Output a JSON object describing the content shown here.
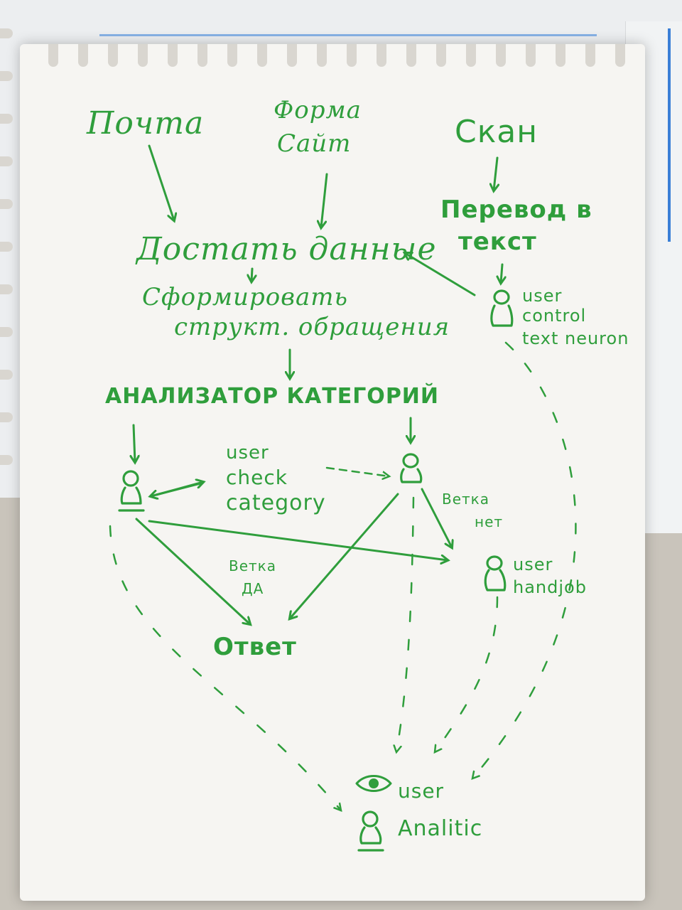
{
  "nodes": {
    "pochta": "Почта",
    "forma": "Форма",
    "sait": "Сайт",
    "skan": "Скан",
    "perevod_1": "Перевод в",
    "perevod_2": "текст",
    "dostat": "Достать данные",
    "sformirovat_1": "Сформировать",
    "sformirovat_2": "структ. обращения",
    "analizator": "АНАЛИЗАТОР КАТЕГОРИЙ",
    "otvet": "Ответ"
  },
  "labels": {
    "user_control_1": "user",
    "user_control_2": "control",
    "user_control_3": "text neuron",
    "user_check_1": "user",
    "user_check_2": "check",
    "user_check_3": "category",
    "vetka_net_1": "Ветка",
    "vetka_net_2": "нет",
    "vetka_da_1": "Ветка",
    "vetka_da_2": "ДА",
    "user_handjob_1": "user",
    "user_handjob_2": "handjob",
    "user_analitic_1": "user",
    "user_analitic_2": "Analitic"
  },
  "colors": {
    "ink": "#2f9e3c",
    "paper": "#f6f5f2"
  },
  "icons": [
    "person-icon",
    "eye-icon",
    "arrow-icon"
  ]
}
